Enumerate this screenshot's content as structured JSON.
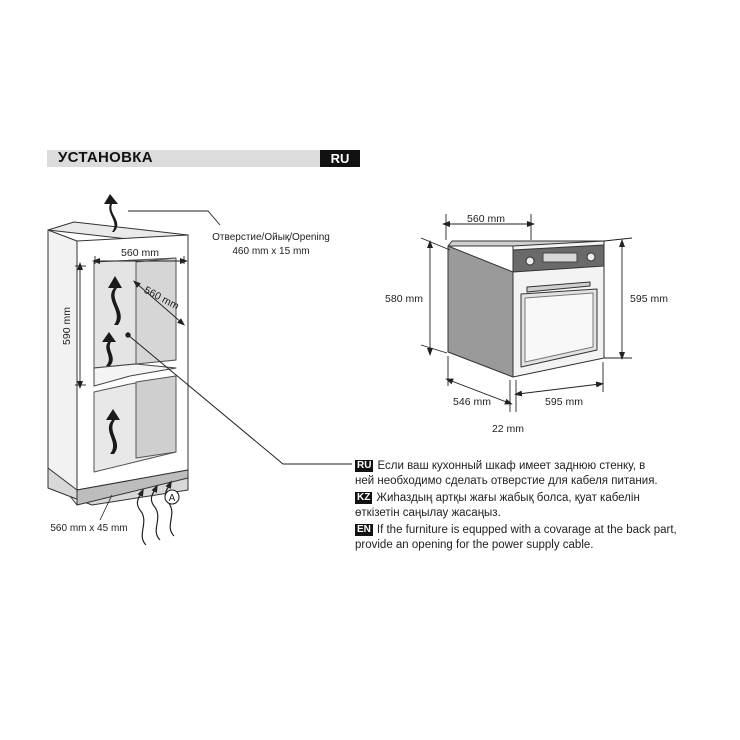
{
  "header": {
    "title": "УСТАНОВКА",
    "lang": "RU"
  },
  "cabinet": {
    "opening_label": "Отверстие/Ойық/Opening",
    "opening_size": "460 mm x 15 mm",
    "width_label": "560 mm",
    "depth_label": "560 mm",
    "height_label": "590 mm",
    "bottom_opening": "560 mm x 45 mm",
    "marker": "A"
  },
  "oven": {
    "top_width": "560 mm",
    "left_height": "580 mm",
    "right_height": "595 mm",
    "depth": "546 mm",
    "front_width": "595 mm",
    "offset": "22 mm"
  },
  "notes": [
    {
      "lang": "RU",
      "text_1": "Если ваш кухонный шкаф имеет заднюю стенку, в",
      "text_2": "ней необходимо сделать отверстие для кабеля питания."
    },
    {
      "lang": "KZ",
      "text_1": "Жиһаздың артқы жағы жабық болса, қуат кабелін",
      "text_2": "өткізетін саңылау жасаңыз."
    },
    {
      "lang": "EN",
      "text_1": "If the furniture is equpped with a covarage at the back part,",
      "text_2": "provide an opening for the power supply cable."
    }
  ]
}
